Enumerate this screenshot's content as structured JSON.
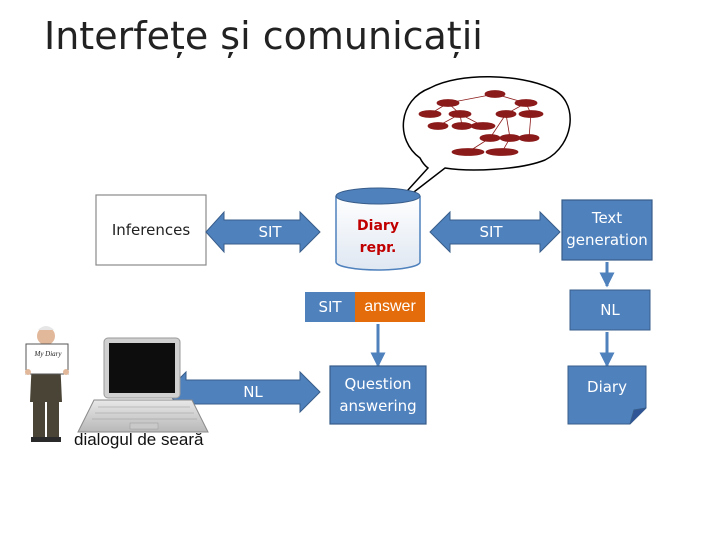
{
  "title": "Interfețe și comunicații",
  "nodes": {
    "inferences": "Inferences",
    "sit_left": "SIT",
    "diary_repr": "Diary repr.",
    "sit_mid": "SIT",
    "answer": "answer",
    "sit_right": "SIT",
    "text_generation": "Text generation",
    "nl_right": "NL",
    "nl_left": "NL",
    "question_answering": "Question answering",
    "diary": "Diary"
  },
  "caption": "dialogul de seară",
  "sign_text": "My Diary",
  "colors": {
    "box_blue": "#4f81bd",
    "box_border": "#385d8a",
    "answer_orange": "#e46c0a",
    "diary_cylinder": "#4f81bd",
    "graph_node": "#8b1a1a",
    "arrow": "#4f81bd",
    "arrow_gray": "#8a8a8a"
  }
}
